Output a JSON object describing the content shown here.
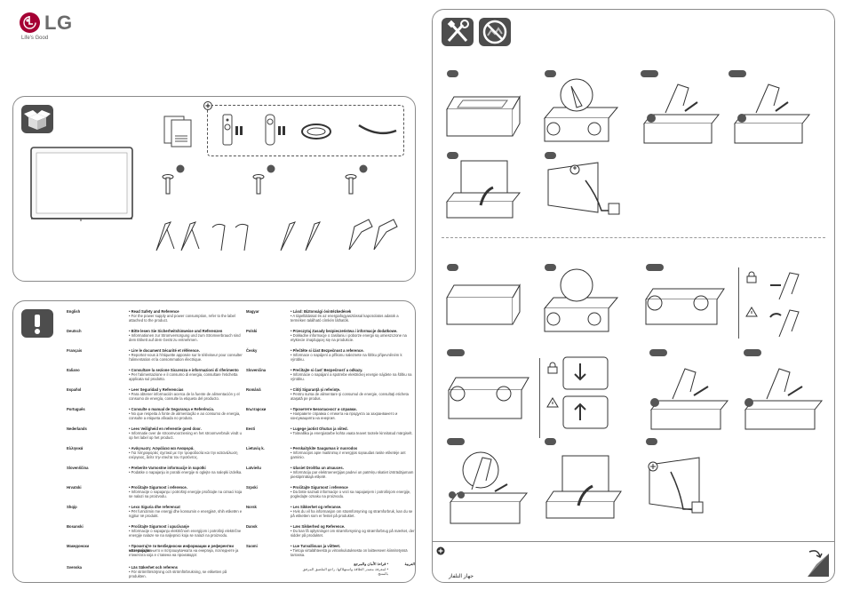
{
  "brand": {
    "logo_text": "LG",
    "tagline": "Life's Good",
    "color": "#a50034"
  },
  "contents_panel": {
    "icon": "box-open-icon"
  },
  "safety_panel": {
    "icon": "exclamation-icon",
    "languages_left": [
      {
        "lang": "English",
        "head": "• Read Safety and Reference",
        "body": "• For the power supply and power consumption, refer to the label attached to the product."
      },
      {
        "lang": "Deutsch",
        "head": "• Bitte lesen Sie Sicherheitshinweise und Referenzen",
        "body": "• Informationen zur Stromversorgung und zum Stromverbrauch sind dem Etikett auf dem Gerät zu entnehmen."
      },
      {
        "lang": "Français",
        "head": "• Lire le document Sécurité et référence.",
        "body": "• Reportez-vous à l'étiquette apposée sur le téléviseur pour consulter l'alimentation et la consommation électrique."
      },
      {
        "lang": "Italiano",
        "head": "• Consultare la sezione Sicurezza e informazioni di riferimento",
        "body": "• Per l'alimentazione e il consumo di energia, consultare l'etichetta applicata sul prodotto."
      },
      {
        "lang": "Español",
        "head": "• Leer Seguridad y Referencias",
        "body": "• Para obtener información acerca de la fuente de alimentación y el consumo de energía, consulte la etiqueta del producto."
      },
      {
        "lang": "Português",
        "head": "• Consulte o manual de Segurança e Referência.",
        "body": "• No que respeita à fonte de alimentação e ao consumo de energia, consulte a etiqueta afixada no produto."
      },
      {
        "lang": "Nederlands",
        "head": "• Lees Veiligheid en referentie goed door.",
        "body": "• Informatie over de stroomvoorziening en het stroomverbruik vindt u op het label op het product."
      },
      {
        "lang": "Ελληνικά",
        "head": "• Ανάγνωση: Ασφάλεια και Αναφορά.",
        "body": "• Για πληροφορίες σχετικά με την τροφοδοσία και την κατανάλωση ενέργειας, δείτε την ετικέτα του προϊόντος."
      },
      {
        "lang": "Slovenščina",
        "head": "• Preberite Varnostne informacije in napotki",
        "body": "• Podatke o napajanju in porabi energije si oglejte na nalepki izdelka."
      },
      {
        "lang": "Hrvatski",
        "head": "• Pročitajte Sigurnost i reference.",
        "body": "• Informacije o napajanju i potrošnji energije pročitajte na oznaci koja se nalazi na proizvodu."
      },
      {
        "lang": "Shqip",
        "head": "• Lexo Siguria dhe referencat",
        "body": "• Për furnizimin me energji dhe konsumin e energjisë, shih etiketën e ngjitur në produkt."
      },
      {
        "lang": "Bosanski",
        "head": "• Pročitajte Sigurnost i upućivanje",
        "body": "• Informacije o napajanju električnom energijom i potrošnji električne energije nalaze se na naljepnici koja se nalazi na proizvodu."
      },
      {
        "lang": "Македонски",
        "head": "• Прочитајте ги Безбедносни информации и референтни материјали",
        "body": "• За напојувањето и потрошувачката на енергија, погледнете ја етикетата која е ставена на производот."
      },
      {
        "lang": "Svenska",
        "head": "• Läs Säkerhet och referens",
        "body": "• För strömförsörjning och strömförbrukning, se etiketten på produkten."
      }
    ],
    "languages_right": [
      {
        "lang": "Magyar",
        "head": "• Lásd: Biztonsági óvintézkedések",
        "body": "• A tápellátással és az energiafogyasztással kapcsolatos adatok a terméken található címkén láthatók."
      },
      {
        "lang": "Polski",
        "head": "• Przeczytaj Zasady bezpieczeństwa i informacje dodatkowe.",
        "body": "• Dokładne informacje o zasilaniu i poborze energii są umieszczone na etykiecie znajdującej się na produkcie."
      },
      {
        "lang": "Česky",
        "head": "• Přečtěte si část Bezpečnost a reference.",
        "body": "• Informace o napájení a příkonu naleznete na štítku připevněném k výrobku."
      },
      {
        "lang": "Slovenčina",
        "head": "• Prečítajte si časť Bezpečnosť a odkazy.",
        "body": "• Informácie o napájaní a spotrebe elektrickej energie nájdete na štítku na výrobku."
      },
      {
        "lang": "Română",
        "head": "• Citiţi Siguranţă şi referinţe.",
        "body": "• Pentru sursa de alimentare şi consumul de energie, consultaţi eticheta ataşată pe produs."
      },
      {
        "lang": "Български",
        "head": "• Прочетете Безопасност и справки.",
        "body": "• Направете справка с етикета на продукта за захранването и консумацията на енергия."
      },
      {
        "lang": "Eesti",
        "head": "• Lugege jaotist Ohutus ja viited.",
        "body": "• Toiteallika ja energiatarbe kohta vaata teavet tootele kinnitatud märgiselt."
      },
      {
        "lang": "Lietuvių k.",
        "head": "• Perskaitykite Saugumas ir nuorodos",
        "body": "• Informacijos apie maitinimą ir energijos sąnaudas rasite etiketėje ant gaminio."
      },
      {
        "lang": "Latviešu",
        "head": "• Izlasiet Drošība un atsauces.",
        "body": "• Informāciju par elektroenerģijas padevi un patēriņu skatiet izstrādājumam piestiprinātajā etiķetē."
      },
      {
        "lang": "Srpski",
        "head": "• Pročitajte Sigurnost i reference",
        "body": "• Da biste saznali informacije o vezi sa napajanjem i potrošnjom energije, pogledajte oznaku na proizvodu."
      },
      {
        "lang": "Norsk",
        "head": "• Les Sikkerhet og referanse.",
        "body": "• Hvis du vil ha informasjon om strømforsyning og strømforbruk, kan du se på etiketten som er festet på produktet."
      },
      {
        "lang": "Dansk",
        "head": "• Læs Sikkerhed og Reference.",
        "body": "• Du kan få oplysninger om strømforsyning og strømforbrug på mærket, der sidder på produktet."
      },
      {
        "lang": "Suomi",
        "head": "• Lue Turvallisuus ja viitteet.",
        "body": "• Tietoja virtalähteestä ja virrankulutuksesta on laitteeseen kiinnitetyssä tarrassa."
      }
    ],
    "arabic": {
      "lang": "العربية",
      "head": "• قراءة الأمان والمرجع",
      "body": "• لمعرفة مصدر الطاقة واستهلاكها، راجع الملصق المرفق بالمنتج."
    }
  },
  "assembly": {
    "tools_icon": "screwdriver-wrench-icon",
    "no_scratch_icon": "no-rough-surface-icon",
    "optional_icon": "plus-circle-icon",
    "screw_count_labels": [
      "",
      "",
      ""
    ],
    "bottom_note_icon": "plus-circle-icon",
    "barcode_label": "جهاز التلفاز",
    "corner_icon": "page-turn-icon"
  },
  "colors": {
    "panel_border": "#8a8a8a",
    "icon_bg": "#4d4d4d",
    "line": "#555555"
  }
}
